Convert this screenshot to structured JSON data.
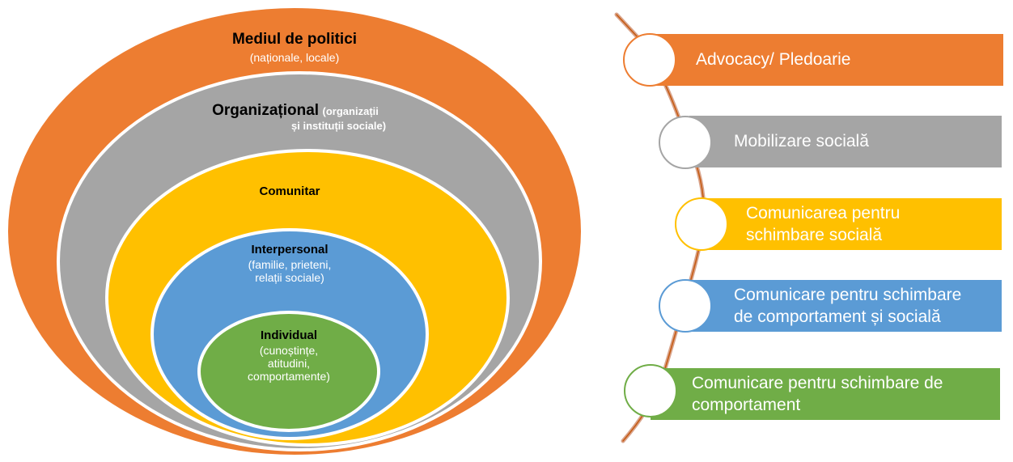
{
  "circles": {
    "policy": {
      "title": "Mediul de politici",
      "sub": "(naționale, locale)",
      "color": "#ED7D31"
    },
    "organizational": {
      "title": "Organizațional",
      "sub_inline": "(organizații",
      "sub_line2": "și instituții sociale)",
      "color": "#A5A5A5"
    },
    "community": {
      "title": "Comunitar",
      "color": "#FFC000"
    },
    "interpersonal": {
      "title": "Interpersonal",
      "sub_line1": "(familie, prieteni,",
      "sub_line2": "relații sociale)",
      "color": "#5B9BD5"
    },
    "individual": {
      "title": "Individual",
      "sub_line1": "(cunoștințe,",
      "sub_line2": "atitudini,",
      "sub_line3": "comportamente)",
      "color": "#70AD47"
    }
  },
  "levels": [
    {
      "line1": "Advocacy/ Pledoarie",
      "color": "#ED7D31"
    },
    {
      "line1": "Mobilizare socială",
      "color": "#A5A5A5"
    },
    {
      "line1": "Comunicarea pentru",
      "line2": "schimbare socială",
      "color": "#FFC000"
    },
    {
      "line1": "Comunicare pentru schimbare",
      "line2": "de comportament și socială",
      "color": "#5B9BD5"
    },
    {
      "line1": "Comunicare pentru schimbare de",
      "line2": "comportament",
      "color": "#70AD47"
    }
  ]
}
